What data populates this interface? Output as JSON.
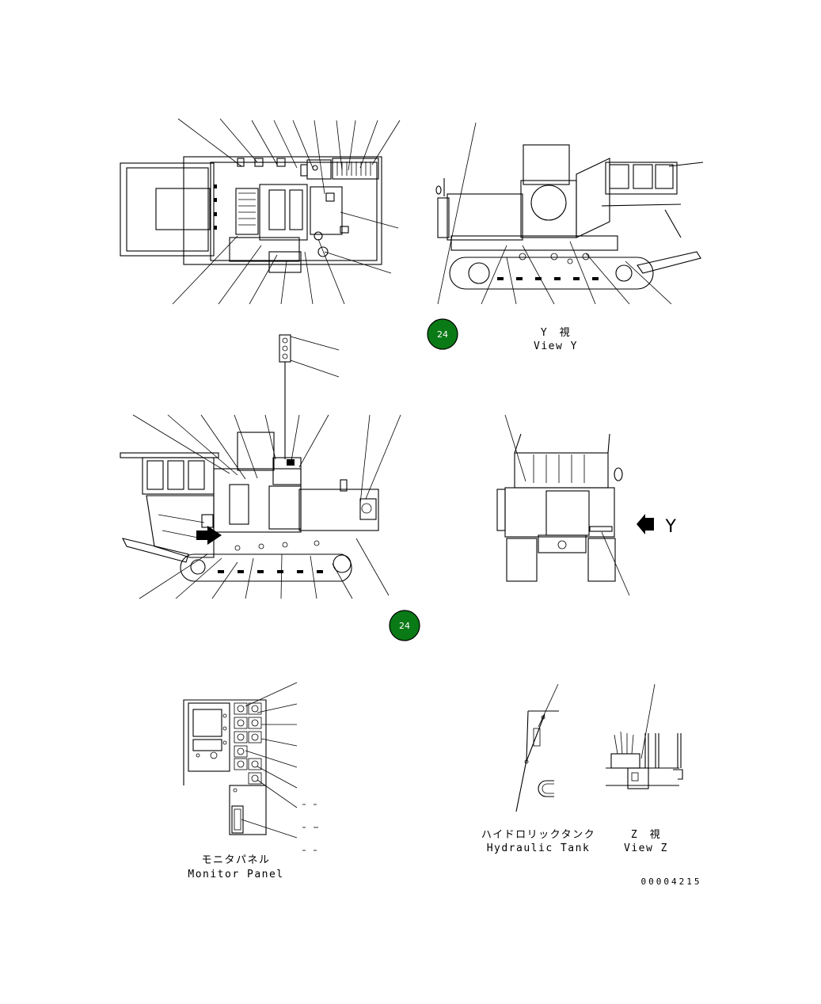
{
  "badges": {
    "top": "24",
    "middle": "24"
  },
  "view_y": {
    "jp": "Y　視",
    "en": "View Y",
    "arrow_letter": "Y"
  },
  "monitor_panel": {
    "jp": "モニタパネル",
    "en": "Monitor Panel"
  },
  "hydraulic_tank": {
    "jp": "ハイドロリックタンク",
    "en": "Hydraulic Tank"
  },
  "view_z": {
    "jp": "Z　視",
    "en": "View Z"
  },
  "drawing_code": "00004215",
  "colors": {
    "badge": "#0a7a16",
    "line": "#000000",
    "background": "#ffffff"
  }
}
